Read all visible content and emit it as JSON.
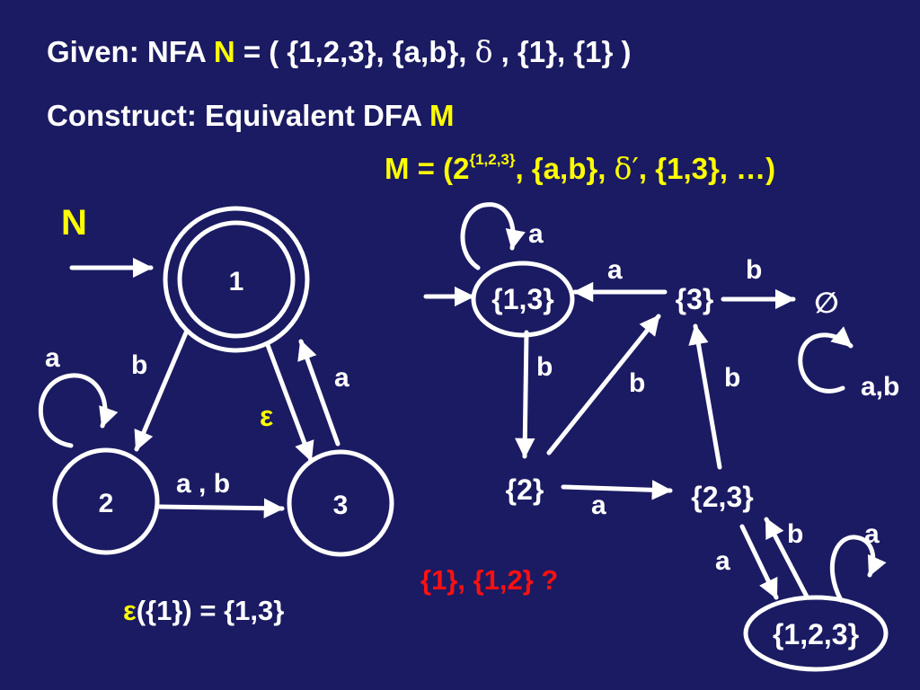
{
  "given": {
    "prefix": "Given: NFA",
    "name": "N",
    "tuple_open": "= ( {1,2,3}, {a,b},",
    "delta": "δ",
    "tuple_close": ", {1}, {1} )"
  },
  "construct": {
    "prefix": "Construct: Equivalent DFA",
    "name": "M"
  },
  "dfa_tuple": {
    "prefix": "M = (2",
    "power": "{1,2,3}",
    "middle": ", {a,b},",
    "delta_prime": "δ′",
    "suffix": ", {1,3}, …)"
  },
  "nfa": {
    "title": "N",
    "states": [
      "1",
      "2",
      "3"
    ],
    "labels": {
      "loop_2": "a",
      "edge_1_2": "b",
      "edge_2_3": "a , b",
      "edge_3_1": "a",
      "edge_1_3": "ε"
    },
    "closure_eps": "ε",
    "closure_rest": "({1}) = {1,3}"
  },
  "dfa": {
    "states": [
      "{1,3}",
      "{3}",
      "∅",
      "{2}",
      "{2,3}",
      "{1,2,3}"
    ],
    "labels": {
      "loop_13": "a",
      "edge_3_13": "a",
      "edge_3_empty": "b",
      "loop_empty": "a,b",
      "edge_13_2": "b",
      "edge_2_3": "b",
      "edge_23_3": "b",
      "edge_2_23": "a",
      "edge_23_123": "a",
      "edge_123_23": "b",
      "loop_123": "a"
    }
  },
  "question": "{1}, {1,2} ?",
  "colors": {
    "background": "#1b1b63",
    "text": "#ffffff",
    "highlight": "#ffff00",
    "accent": "#ff1010"
  }
}
